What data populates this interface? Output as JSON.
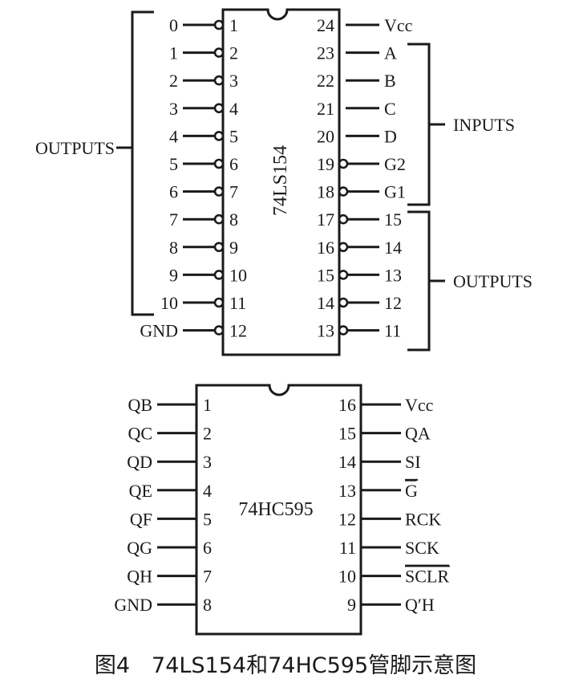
{
  "chips": [
    {
      "id": "74LS154",
      "name": "74LS154",
      "name_orientation": "vertical",
      "left_pins": [
        {
          "num": "1",
          "label": "0",
          "inverted": true
        },
        {
          "num": "2",
          "label": "1",
          "inverted": true
        },
        {
          "num": "3",
          "label": "2",
          "inverted": true
        },
        {
          "num": "4",
          "label": "3",
          "inverted": true
        },
        {
          "num": "5",
          "label": "4",
          "inverted": true
        },
        {
          "num": "6",
          "label": "5",
          "inverted": true
        },
        {
          "num": "7",
          "label": "6",
          "inverted": true
        },
        {
          "num": "8",
          "label": "7",
          "inverted": true
        },
        {
          "num": "9",
          "label": "8",
          "inverted": true
        },
        {
          "num": "10",
          "label": "9",
          "inverted": true
        },
        {
          "num": "11",
          "label": "10",
          "inverted": true
        },
        {
          "num": "12",
          "label": "GND",
          "inverted": true
        }
      ],
      "right_pins": [
        {
          "num": "24",
          "label": "Vcc",
          "inverted": false
        },
        {
          "num": "23",
          "label": "A",
          "inverted": false
        },
        {
          "num": "22",
          "label": "B",
          "inverted": false
        },
        {
          "num": "21",
          "label": "C",
          "inverted": false
        },
        {
          "num": "20",
          "label": "D",
          "inverted": false
        },
        {
          "num": "19",
          "label": "G2",
          "inverted": true
        },
        {
          "num": "18",
          "label": "G1",
          "inverted": true
        },
        {
          "num": "17",
          "label": "15",
          "inverted": true
        },
        {
          "num": "16",
          "label": "14",
          "inverted": true
        },
        {
          "num": "15",
          "label": "13",
          "inverted": true
        },
        {
          "num": "14",
          "label": "12",
          "inverted": true
        },
        {
          "num": "13",
          "label": "11",
          "inverted": true
        }
      ],
      "groups": [
        {
          "label": "OUTPUTS",
          "side": "left",
          "from_pin": "1",
          "to_pin": "11"
        },
        {
          "label": "INPUTS",
          "side": "right",
          "from_pin": "23",
          "to_pin": "18"
        },
        {
          "label": "OUTPUTS",
          "side": "right",
          "from_pin": "17",
          "to_pin": "13"
        }
      ]
    },
    {
      "id": "74HC595",
      "name": "74HC595",
      "name_orientation": "horizontal",
      "left_pins": [
        {
          "num": "1",
          "label": "QB",
          "overline": false
        },
        {
          "num": "2",
          "label": "QC",
          "overline": false
        },
        {
          "num": "3",
          "label": "QD",
          "overline": false
        },
        {
          "num": "4",
          "label": "QE",
          "overline": false
        },
        {
          "num": "5",
          "label": "QF",
          "overline": false
        },
        {
          "num": "6",
          "label": "QG",
          "overline": false
        },
        {
          "num": "7",
          "label": "QH",
          "overline": false
        },
        {
          "num": "8",
          "label": "GND",
          "overline": false
        }
      ],
      "right_pins": [
        {
          "num": "16",
          "label": "Vcc",
          "overline": false
        },
        {
          "num": "15",
          "label": "QA",
          "overline": false
        },
        {
          "num": "14",
          "label": "SI",
          "overline": false
        },
        {
          "num": "13",
          "label": "G",
          "overline": true
        },
        {
          "num": "12",
          "label": "RCK",
          "overline": false
        },
        {
          "num": "11",
          "label": "SCK",
          "overline": false
        },
        {
          "num": "10",
          "label": "SCLR",
          "overline": true
        },
        {
          "num": "9",
          "label": "Q′H",
          "overline": false
        }
      ]
    }
  ],
  "caption": "图4　74LS154和74HC595管脚示意图"
}
